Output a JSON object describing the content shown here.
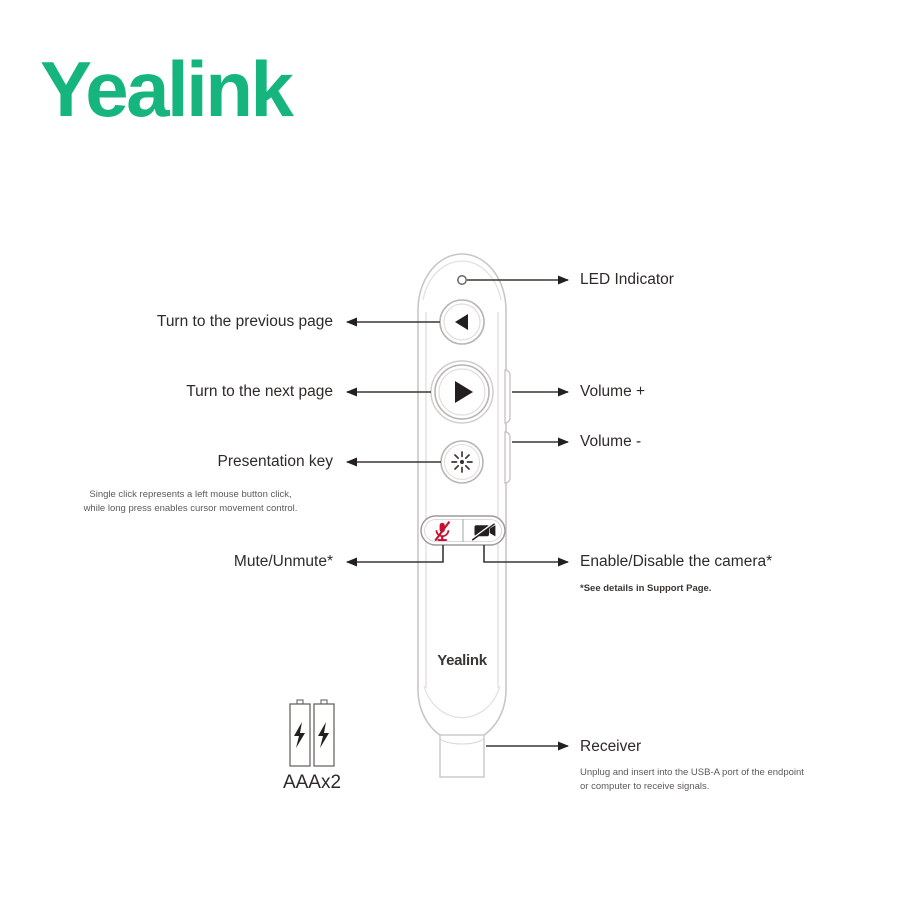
{
  "brand": {
    "logo_text": "Yealink",
    "logo_color": "#17b57e",
    "device_label": "Yealink"
  },
  "device": {
    "name": "wireless-presenter-remote",
    "body_color": "#ffffff",
    "outline_color": "#c9c7c5",
    "buttons": {
      "previous_page_glyph": "triangle-left",
      "next_page_glyph": "triangle-right",
      "presentation_glyph": "starburst",
      "mute_glyph": "microphone-slash",
      "mute_color": "#c8102e",
      "camera_glyph": "camera-slash",
      "camera_color": "#231f20"
    }
  },
  "callouts": {
    "left": [
      {
        "id": "previous-page",
        "label": "Turn to the previous page"
      },
      {
        "id": "next-page",
        "label": "Turn to the next page"
      },
      {
        "id": "presentation-key",
        "label": "Presentation key",
        "note_line1": "Single click represents a left mouse button click,",
        "note_line2": "while long press enables cursor movement control."
      },
      {
        "id": "mute-unmute",
        "label": "Mute/Unmute*"
      }
    ],
    "right": [
      {
        "id": "led-indicator",
        "label": "LED Indicator"
      },
      {
        "id": "volume-up",
        "label": "Volume +"
      },
      {
        "id": "volume-down",
        "label": "Volume -"
      },
      {
        "id": "camera-toggle",
        "label": "Enable/Disable the camera*",
        "footnote": "*See details in Support Page."
      },
      {
        "id": "receiver",
        "label": "Receiver",
        "note_line1": "Unplug and insert into the USB-A port of the endpoint",
        "note_line2": "or computer to receive signals."
      }
    ]
  },
  "accessories": {
    "battery": {
      "caption": "AAAx2",
      "count": 2,
      "glyph": "lightning-bolt"
    }
  }
}
